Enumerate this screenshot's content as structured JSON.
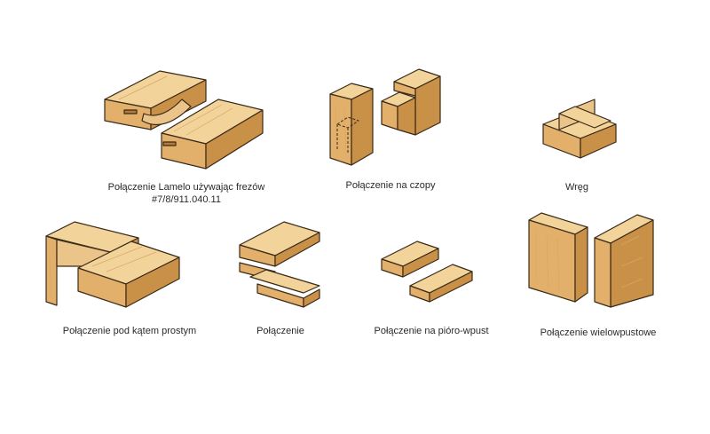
{
  "diagram": {
    "joints": [
      {
        "id": "lamello",
        "caption_line1": "Połączenie Lamelo używając frezów",
        "caption_line2": "#7/8/911.040.11"
      },
      {
        "id": "czopy",
        "caption_line1": "Połączenie na czopy"
      },
      {
        "id": "wreg",
        "caption_line1": "Wręg"
      },
      {
        "id": "pod-katem",
        "caption_line1": "Połączenie pod kątem prostym"
      },
      {
        "id": "polaczenie",
        "caption_line1": "Połączenie"
      },
      {
        "id": "pioro-wpust",
        "caption_line1": "Połączenie na pióro-wpust"
      },
      {
        "id": "wielowpustowe",
        "caption_line1": "Połączenie wielowpustowe"
      }
    ],
    "colors": {
      "wood_top": "#f2d39a",
      "wood_front": "#e2b06a",
      "wood_side": "#c99048",
      "outline": "#3a2a18"
    }
  }
}
